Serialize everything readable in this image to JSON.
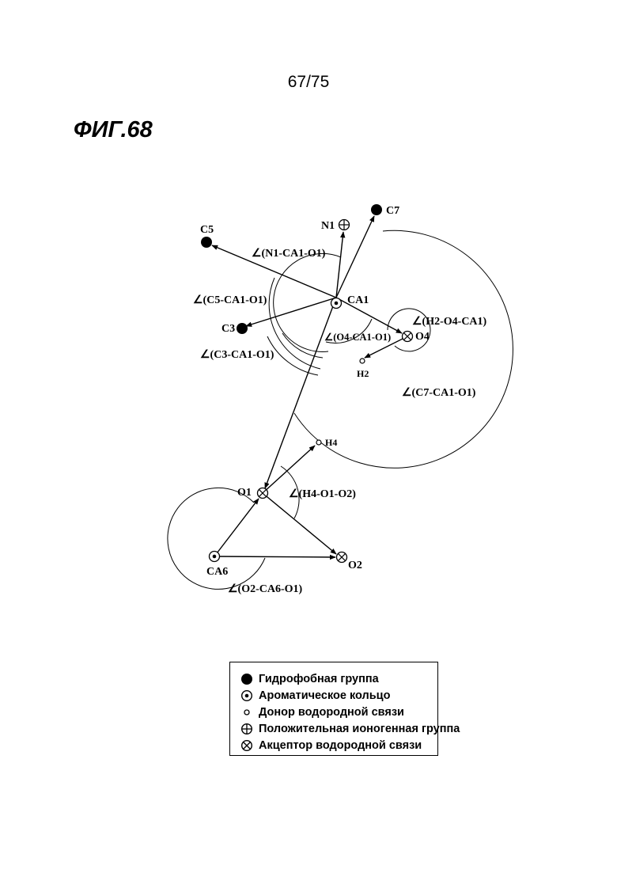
{
  "page_number": "67/75",
  "figure_title": "ФИГ.68",
  "nodes": {
    "N1": {
      "label": "N1",
      "type": "positive-ionogenic-icon"
    },
    "C7": {
      "label": "C7",
      "type": "hydrophobic-icon"
    },
    "C5": {
      "label": "C5",
      "type": "hydrophobic-icon"
    },
    "CA1": {
      "label": "CA1",
      "type": "aromatic-ring-icon"
    },
    "C3": {
      "label": "C3",
      "type": "hydrophobic-icon"
    },
    "O4": {
      "label": "O4",
      "type": "acceptor-icon"
    },
    "H2": {
      "label": "H2",
      "type": "donor-icon"
    },
    "H4": {
      "label": "H4",
      "type": "donor-icon"
    },
    "O1": {
      "label": "O1",
      "type": "acceptor-icon"
    },
    "CA6": {
      "label": "CA6",
      "type": "aromatic-ring-icon"
    },
    "O2": {
      "label": "O2",
      "type": "acceptor-icon"
    }
  },
  "angles": {
    "n1_ca1_o1": "∠(N1-CA1-O1)",
    "c5_ca1_o1": "∠(C5-CA1-O1)",
    "c3_ca1_o1": "∠(C3-CA1-O1)",
    "o4_ca1_o1": "∠(O4-CA1-O1)",
    "h2_o4_ca1": "∠(H2-O4-CA1)",
    "c7_ca1_o1": "∠(C7-CA1-O1)",
    "h4_o1_o2": "∠(H4-O1-O2)",
    "o2_ca6_o1": "∠(O2-CA6-O1)"
  },
  "legend": [
    {
      "icon": "hydrophobic-icon",
      "label": "Гидрофобная группа"
    },
    {
      "icon": "aromatic-ring-icon",
      "label": "Ароматическое кольцо"
    },
    {
      "icon": "donor-icon",
      "label": "Донор водородной связи"
    },
    {
      "icon": "positive-ionogenic-icon",
      "label": "Положительная ионогенная группа"
    },
    {
      "icon": "acceptor-icon",
      "label": "Акцептор водородной связи"
    }
  ]
}
